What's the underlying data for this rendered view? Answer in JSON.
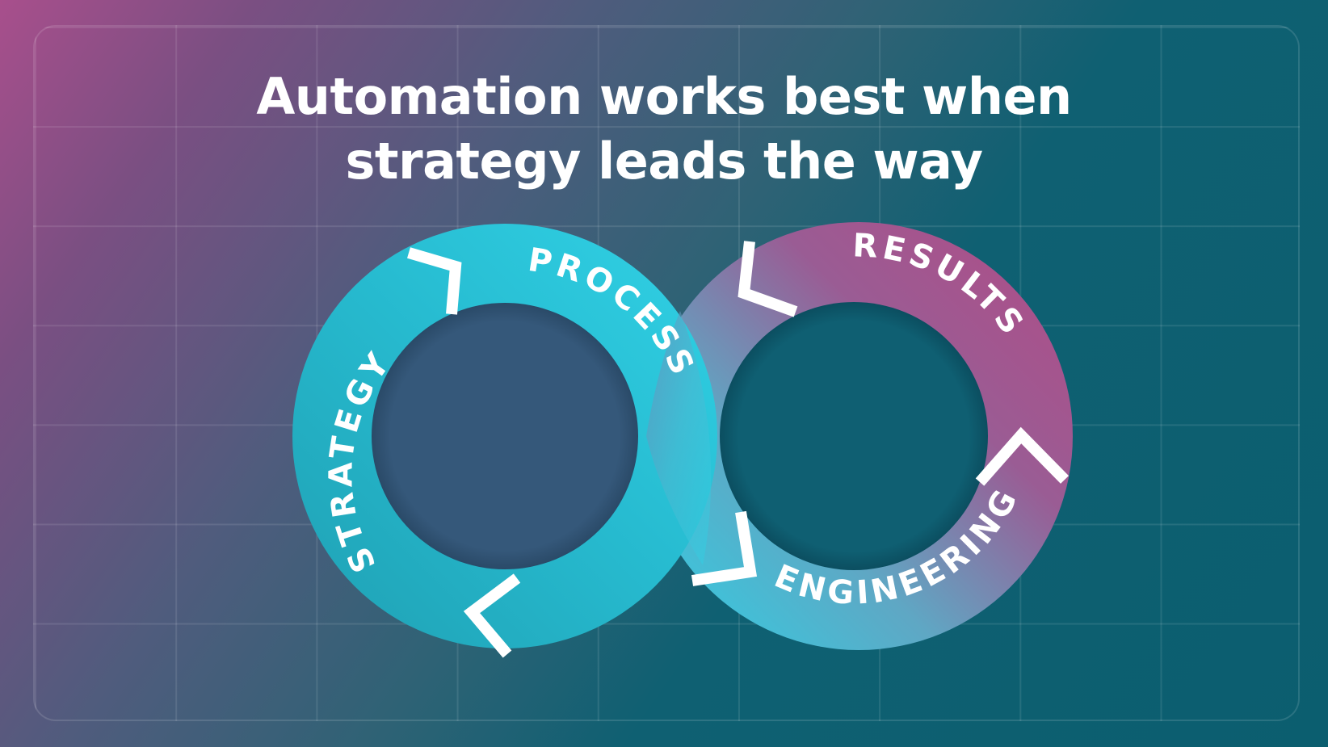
{
  "title": {
    "line1": "Automation works best when",
    "line2": "strategy leads the way"
  },
  "diagram": {
    "labels": {
      "strategy": "STRATEGY",
      "process": "PROCESS",
      "results": "RESULTS",
      "engineering": "ENGINEERING"
    },
    "colors": {
      "cyan": "#2fd0e4",
      "teal": "#1fa3b6",
      "magenta": "#b14c86",
      "hole_left": "#35587a",
      "hole_right": "#0f5f72",
      "arrow": "#ffffff"
    }
  }
}
